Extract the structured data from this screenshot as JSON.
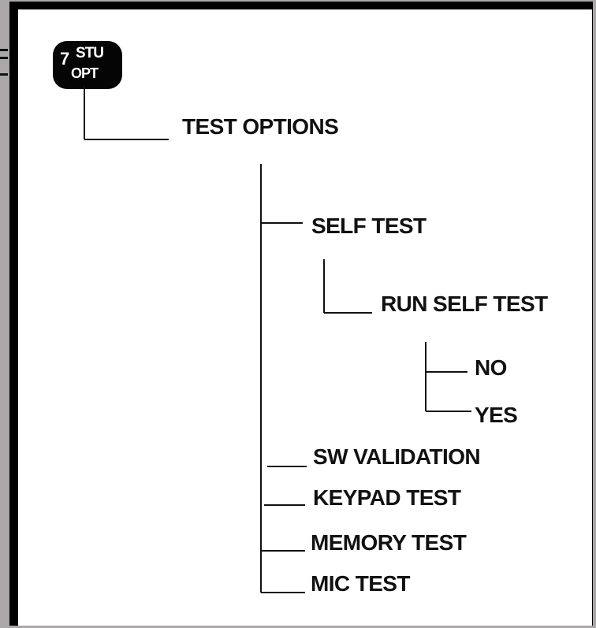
{
  "key": {
    "number": "7",
    "top_label": "STU",
    "bottom_label": "OPT"
  },
  "menu": {
    "root": "TEST OPTIONS",
    "self_test": "SELF TEST",
    "run_self_test": "RUN SELF TEST",
    "no": "NO",
    "yes": "YES",
    "sw_validation": "SW VALIDATION",
    "keypad_test": "KEYPAD TEST",
    "memory_test": "MEMORY TEST",
    "mic_test": "MIC TEST"
  }
}
